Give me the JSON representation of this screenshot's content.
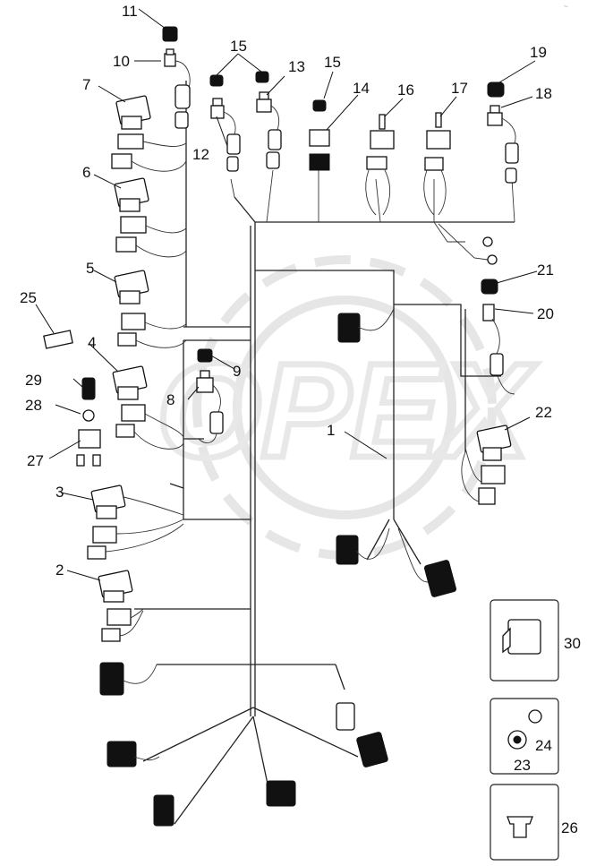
{
  "watermark": {
    "text": "OPEX"
  },
  "corner_mark": "~",
  "callouts": {
    "c1": "1",
    "c2": "2",
    "c3": "3",
    "c4": "4",
    "c5": "5",
    "c6": "6",
    "c7": "7",
    "c8": "8",
    "c9": "9",
    "c10": "10",
    "c11": "11",
    "c12": "12",
    "c13": "13",
    "c14": "14",
    "c15a": "15",
    "c15b": "15",
    "c16": "16",
    "c17": "17",
    "c18": "18",
    "c19": "19",
    "c20": "20",
    "c21": "21",
    "c22": "22",
    "c23": "23",
    "c24": "24",
    "c25": "25",
    "c26": "26",
    "c27": "27",
    "c28": "28",
    "c29": "29",
    "c30": "30"
  }
}
